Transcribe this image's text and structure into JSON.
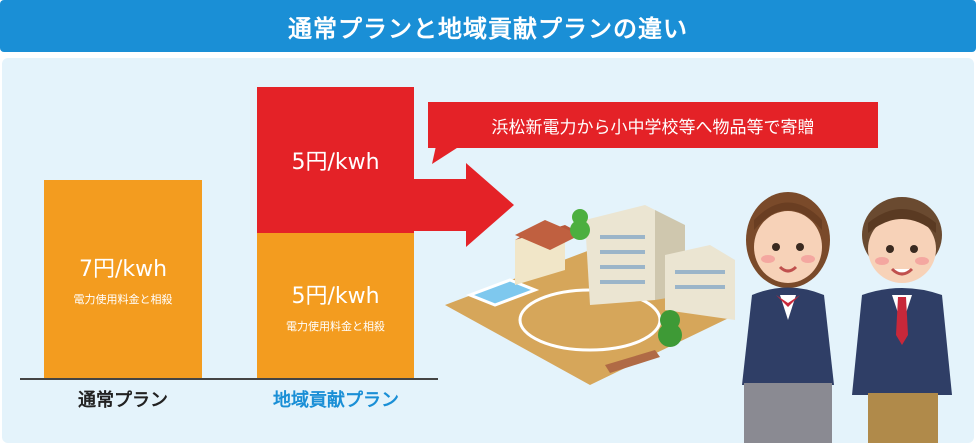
{
  "header": {
    "title": "通常プランと地域貢献プランの違い"
  },
  "bars": {
    "normal": {
      "price": "7円/kwh",
      "note": "電力使用料金と相殺"
    },
    "region_top": {
      "price": "5円/kwh"
    },
    "region_bottom": {
      "price": "5円/kwh",
      "note": "電力使用料金と相殺"
    }
  },
  "labels": {
    "normal": "通常プラン",
    "region": "地域貢献プラン"
  },
  "callout": {
    "text": "浜松新電力から小中学校等へ物品等で寄贈"
  },
  "colors": {
    "header": "#1a8fd6",
    "orange": "#f39c1f",
    "red": "#e42227",
    "panel": "#e4f3fb",
    "label_blue": "#1a8fd6"
  },
  "illustrations": {
    "school": "school-building-icon",
    "students": "students-icon"
  }
}
